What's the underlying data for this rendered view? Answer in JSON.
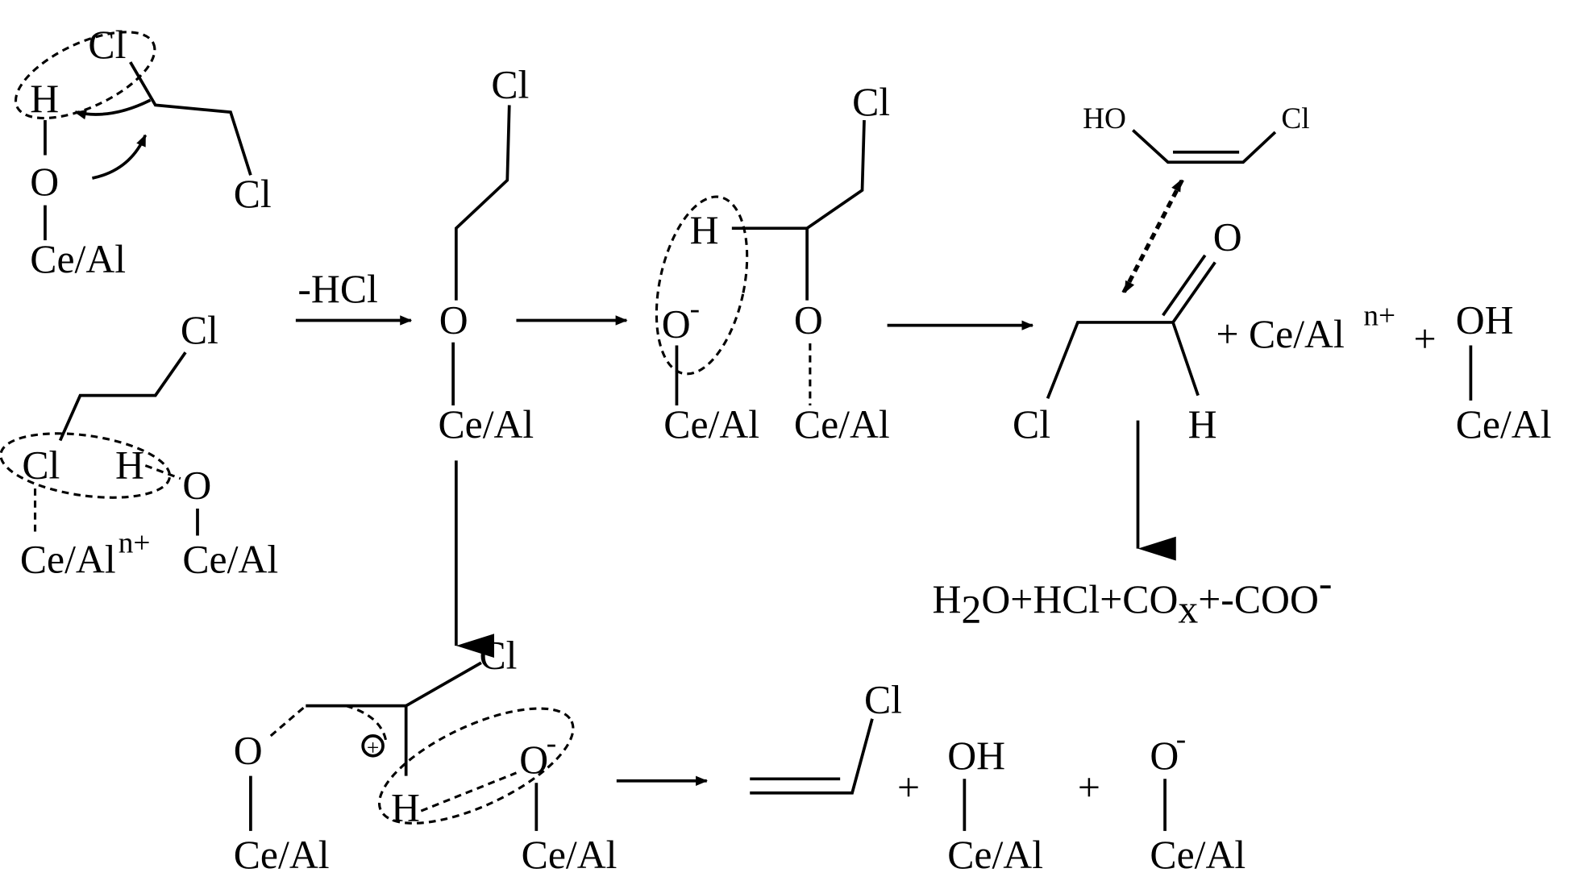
{
  "labels": {
    "cl": "Cl",
    "h": "H",
    "o": "O",
    "o_minus": "O",
    "minus": "-",
    "oh": "OH",
    "ho": "HO",
    "ce_al": "Ce/Al",
    "ce_al_n": "Ce/Al",
    "n_plus": "n+",
    "plus": "+",
    "minus_hcl": "-HCl",
    "cation": "+"
  },
  "products": {
    "h2o": "H",
    "sub2": "2",
    "rest1": "O+HCl+CO",
    "sub_x": "x",
    "rest2": "+-COO",
    "sup_minus": "-",
    "plus_ceal_n": "+ Ce/Al",
    "n_plus": "n+",
    "trailing_plus": "+"
  }
}
